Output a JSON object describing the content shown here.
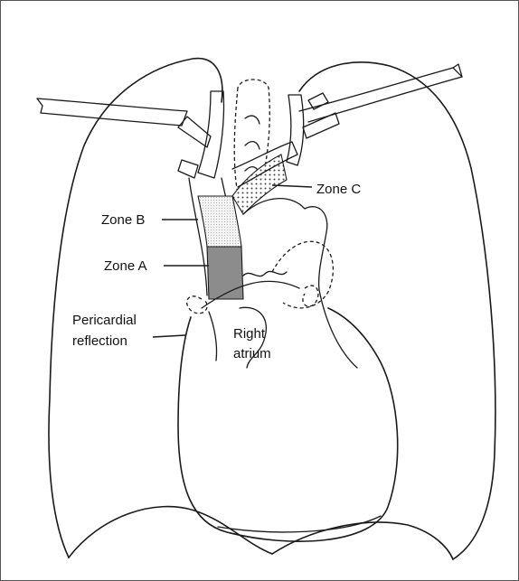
{
  "labels": {
    "zone_c": "Zone C",
    "zone_b": "Zone B",
    "zone_a": "Zone A",
    "pericardial_line1": "Pericardial",
    "pericardial_line2": "reflection",
    "right_line1": "Right",
    "right_line2": "atrium"
  },
  "colors": {
    "line": "#1a1a1a",
    "zone_a_fill": "#8c8c8c",
    "zone_b_fill": "#e8e8e8",
    "zone_c_fill": "#b0b0b0",
    "background": "#ffffff"
  }
}
